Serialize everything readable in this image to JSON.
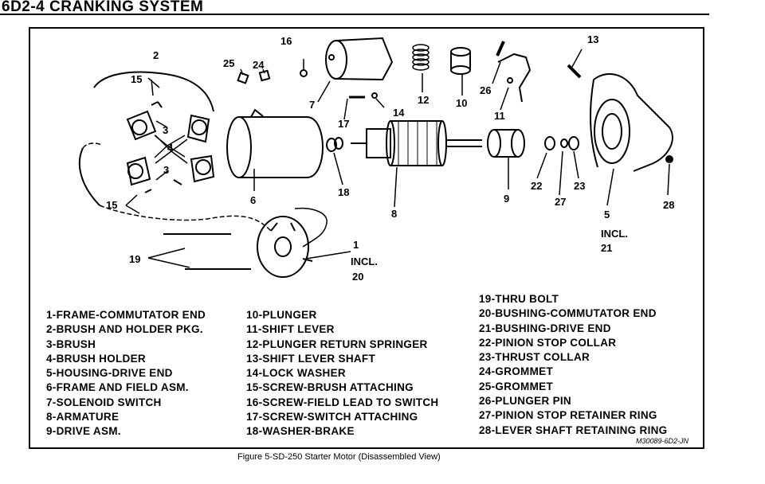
{
  "header": {
    "title": "6D2-4 CRANKING SYSTEM"
  },
  "callouts": {
    "c1": "1",
    "c2": "2",
    "c3a": "3",
    "c3b": "3",
    "c4": "4",
    "c5": "5",
    "c6": "6",
    "c7": "7",
    "c8": "8",
    "c9": "9",
    "c10": "10",
    "c11": "11",
    "c12": "12",
    "c13": "13",
    "c14": "14",
    "c15a": "15",
    "c15b": "15",
    "c16": "16",
    "c17": "17",
    "c18": "18",
    "c19": "19",
    "c22": "22",
    "c23": "23",
    "c24": "24",
    "c25": "25",
    "c26": "26",
    "c27": "27",
    "c28": "28",
    "incl": "INCL.",
    "incl_20": "20",
    "incl_21": "21"
  },
  "legend": {
    "col1": [
      "1-FRAME-COMMUTATOR END",
      "2-BRUSH AND HOLDER PKG.",
      "3-BRUSH",
      "4-BRUSH HOLDER",
      "5-HOUSING-DRIVE END",
      "6-FRAME AND FIELD ASM.",
      "7-SOLENOID SWITCH",
      "8-ARMATURE",
      "9-DRIVE ASM."
    ],
    "col2": [
      "10-PLUNGER",
      "11-SHIFT LEVER",
      "12-PLUNGER RETURN SPRINGER",
      "13-SHIFT LEVER SHAFT",
      "14-LOCK WASHER",
      "15-SCREW-BRUSH ATTACHING",
      "16-SCREW-FIELD LEAD TO SWITCH",
      "17-SCREW-SWITCH ATTACHING",
      "18-WASHER-BRAKE"
    ],
    "col3": [
      "19-THRU BOLT",
      "20-BUSHING-COMMUTATOR END",
      "21-BUSHING-DRIVE END",
      "22-PINION STOP COLLAR",
      "23-THRUST COLLAR",
      "24-GROMMET",
      "25-GROMMET",
      "26-PLUNGER PIN",
      "27-PINION STOP RETAINER RING",
      "28-LEVER SHAFT RETAINING RING"
    ]
  },
  "figure": {
    "code": "M30089-6D2-JN",
    "caption": "Figure 5-SD-250 Starter Motor (Disassembled View)"
  }
}
